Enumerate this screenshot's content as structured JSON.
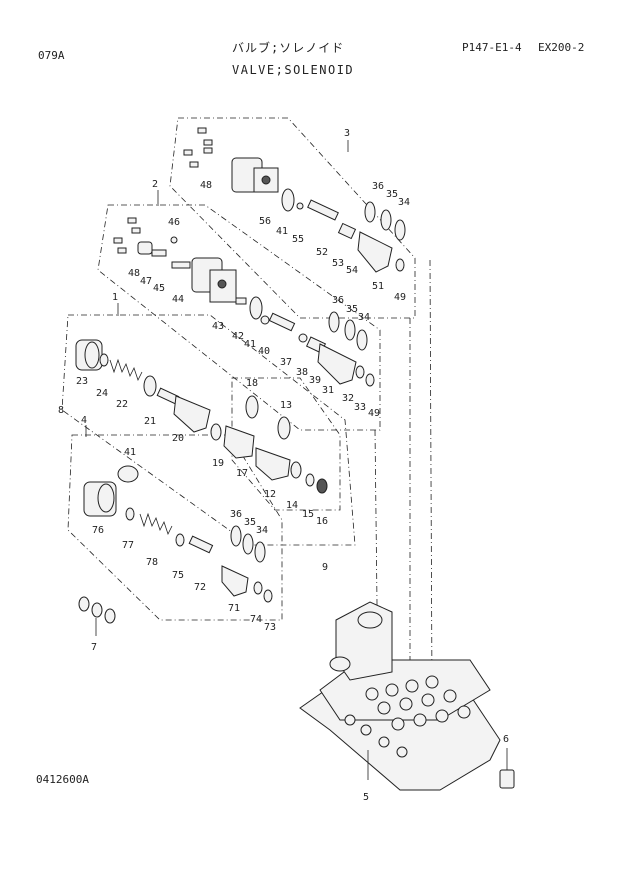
{
  "header": {
    "sheet_code": "079A",
    "title_jp": "バルブ;ソレノイド",
    "title_en": "VALVE;SOLENOID",
    "page_ref": "P147-E1-4",
    "model": "EX200-2"
  },
  "footer": {
    "drawing_no": "0412600A"
  },
  "callouts": [
    "1",
    "2",
    "3",
    "4",
    "5",
    "6",
    "7",
    "8",
    "9",
    "12",
    "13",
    "14",
    "15",
    "16",
    "17",
    "18",
    "19",
    "20",
    "21",
    "22",
    "23",
    "24",
    "31",
    "32",
    "33",
    "34",
    "35",
    "36",
    "37",
    "38",
    "39",
    "40",
    "41",
    "42",
    "43",
    "44",
    "45",
    "46",
    "47",
    "48",
    "49",
    "51",
    "52",
    "53",
    "54",
    "55",
    "56",
    "71",
    "72",
    "73",
    "74",
    "75",
    "76",
    "77",
    "78"
  ]
}
